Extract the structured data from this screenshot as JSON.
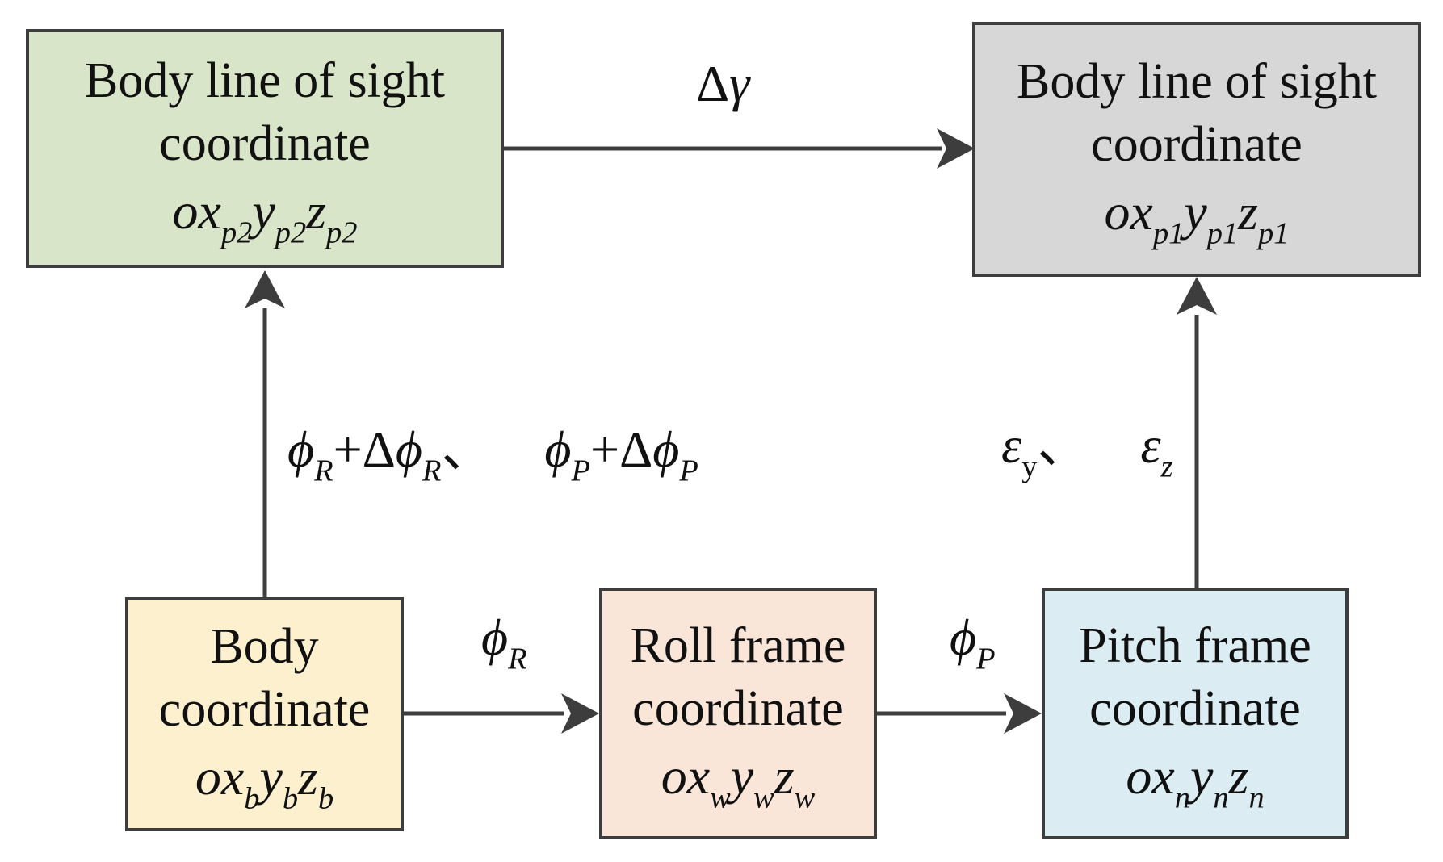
{
  "colors": {
    "stroke": "#3d3d3d",
    "body_los_target_fill": "#d9e5c9",
    "body_los_ref_fill": "#d7d7d7",
    "body_fill": "#fdf0cf",
    "roll_fill": "#fae6d9",
    "pitch_fill": "#dbedf2"
  },
  "nodes": {
    "body_los_p2": {
      "title_lines": [
        "Body line of sight",
        "coordinate"
      ],
      "base": [
        "o",
        "x",
        "y",
        "z"
      ],
      "sub": "p2"
    },
    "body_los_p1": {
      "title_lines": [
        "Body line of sight",
        "coordinate"
      ],
      "base": [
        "o",
        "x",
        "y",
        "z"
      ],
      "sub": "p1"
    },
    "body": {
      "title_lines": [
        "Body",
        "coordinate"
      ],
      "base": [
        "o",
        "x",
        "y",
        "z"
      ],
      "sub": "b"
    },
    "roll": {
      "title_lines": [
        "Roll frame",
        "coordinate"
      ],
      "base": [
        "o",
        "x",
        "y",
        "z"
      ],
      "sub": "w"
    },
    "pitch": {
      "title_lines": [
        "Pitch frame",
        "coordinate"
      ],
      "base": [
        "o",
        "x",
        "y",
        "z"
      ],
      "sub": "n"
    }
  },
  "edges": {
    "delta_gamma": {
      "delta": "Δ",
      "symbol": "γ"
    },
    "phi_r": {
      "symbol": "ϕ",
      "sub": "R"
    },
    "phi_p": {
      "symbol": "ϕ",
      "sub": "P"
    },
    "left_vertical": {
      "phi": "ϕ",
      "plus": "+",
      "delta": "Δ",
      "sep": "、",
      "sub_r": "R",
      "sub_p": "P"
    },
    "right_vertical": {
      "eps": "ε",
      "sub_y": "y",
      "sep": "、",
      "sub_z": "z"
    }
  }
}
